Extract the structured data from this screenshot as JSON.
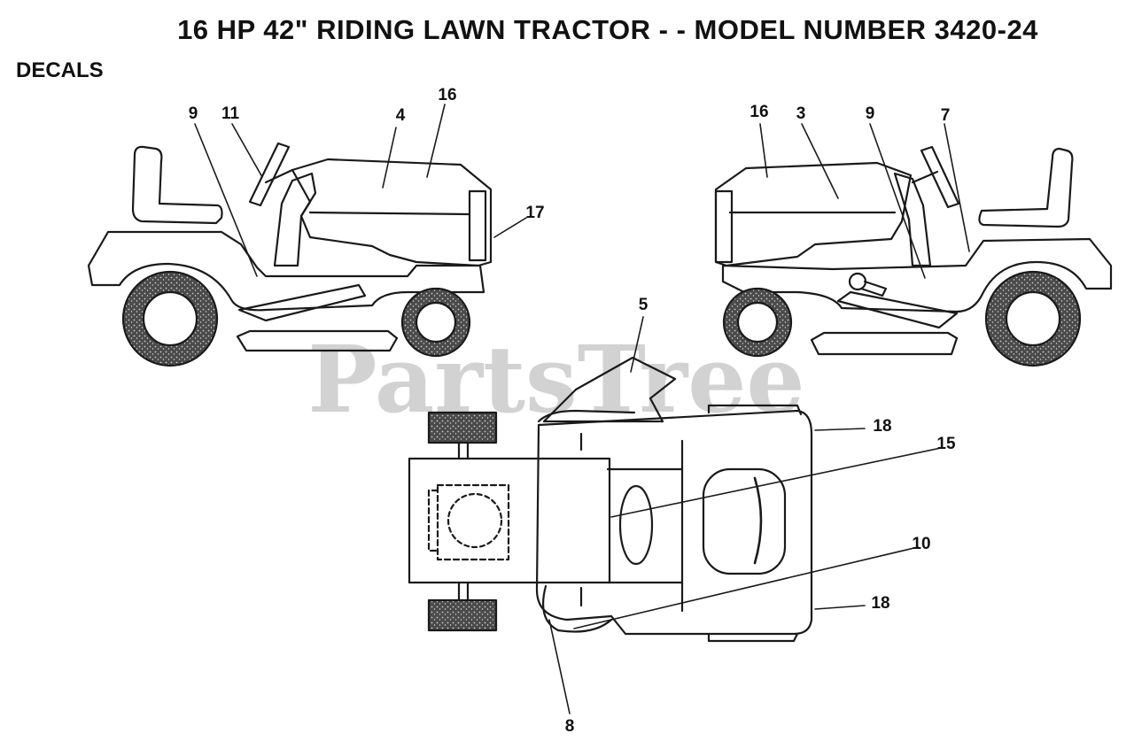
{
  "page": {
    "title": "16 HP 42\" RIDING LAWN TRACTOR - - MODEL NUMBER 3420-24",
    "subtitle": "DECALS",
    "watermark": "PartsTree"
  },
  "callouts": {
    "left_9": "9",
    "left_11": "11",
    "left_4": "4",
    "left_16": "16",
    "left_17": "17",
    "right_16": "16",
    "right_3": "3",
    "right_9": "9",
    "right_7": "7",
    "top_5": "5",
    "top_18a": "18",
    "top_15": "15",
    "top_10": "10",
    "top_18b": "18",
    "top_8": "8"
  },
  "colors": {
    "line": "#1a1a1a",
    "tire": "#3a3a3a",
    "watermark": "#d2d2d2"
  }
}
